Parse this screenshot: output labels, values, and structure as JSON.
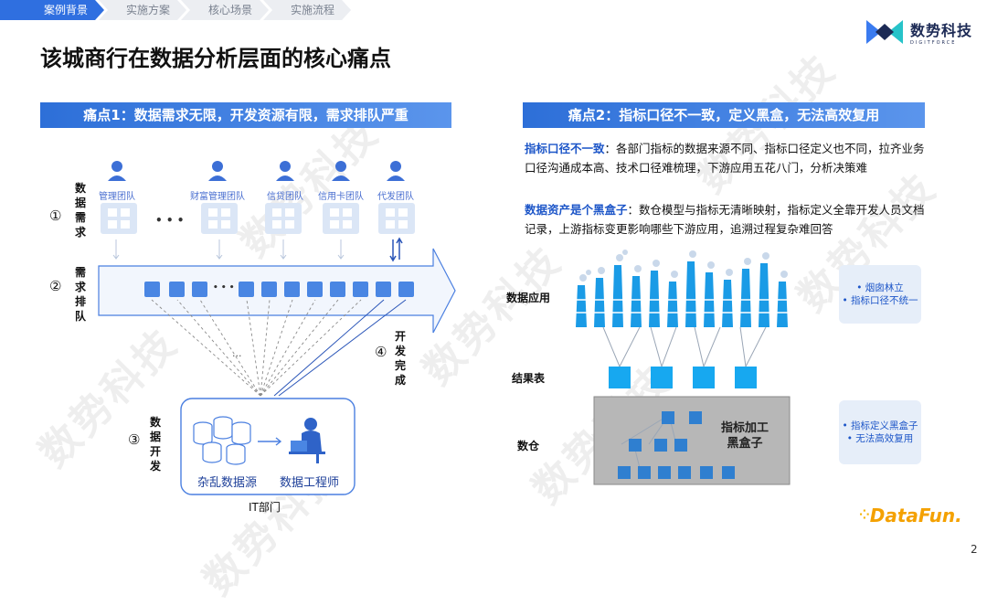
{
  "breadcrumb": [
    "案例背景",
    "实施方案",
    "核心场景",
    "实施流程"
  ],
  "logo": {
    "cn": "数势科技",
    "en": "DIGITFORCE"
  },
  "title": "该城商行在数据分析层面的核心痛点",
  "left": {
    "header": "痛点1：数据需求无限，开发资源有限，需求排队严重",
    "stage1": {
      "num": "①",
      "label": "数据需求"
    },
    "stage2": {
      "num": "②",
      "label": "需求排队"
    },
    "stage3": {
      "num": "③",
      "label": "数据开发"
    },
    "stage4": {
      "num": "④",
      "label": "开发完成"
    },
    "teams": [
      "管理团队",
      "财富管理团队",
      "信贷团队",
      "信用卡团队",
      "代发团队"
    ],
    "ellipsis": "• • •",
    "queue_ellipsis": "• • •",
    "arrow_ellipsis": "...",
    "source_label": "杂乱数据源",
    "engineer_label": "数据工程师",
    "dept": "IT部门"
  },
  "right": {
    "header": "痛点2：指标口径不一致，定义黑盒，无法高效复用",
    "p1_bold": "指标口径不一致",
    "p1_text": "：各部门指标的数据来源不同、指标口径定义也不同，拉齐业务口径沟通成本高、技术口径难梳理，下游应用五花八门，分析决策难",
    "p2_bold": "数据资产是个黑盒子",
    "p2_text": "：数仓模型与指标无清晰映射，指标定义全靠开发人员文档记录，上游指标变更影响哪些下游应用，追溯过程复杂难回答",
    "layer_app": "数据应用",
    "layer_result": "结果表",
    "layer_dw": "数仓",
    "blackbox_label": "指标加工黑盒子",
    "note1": [
      "• 烟囱林立",
      "• 指标口径不统一"
    ],
    "note2": [
      "• 指标定义黑盒子",
      "• 无法高效复用"
    ]
  },
  "watermark": "数势科技",
  "footer_brand": "DataFun.",
  "page_number": "2",
  "colors": {
    "accent": "#2f6fe0",
    "chimney": "#1a9be6",
    "result": "#17a8f0",
    "node": "#2f7fd0"
  }
}
